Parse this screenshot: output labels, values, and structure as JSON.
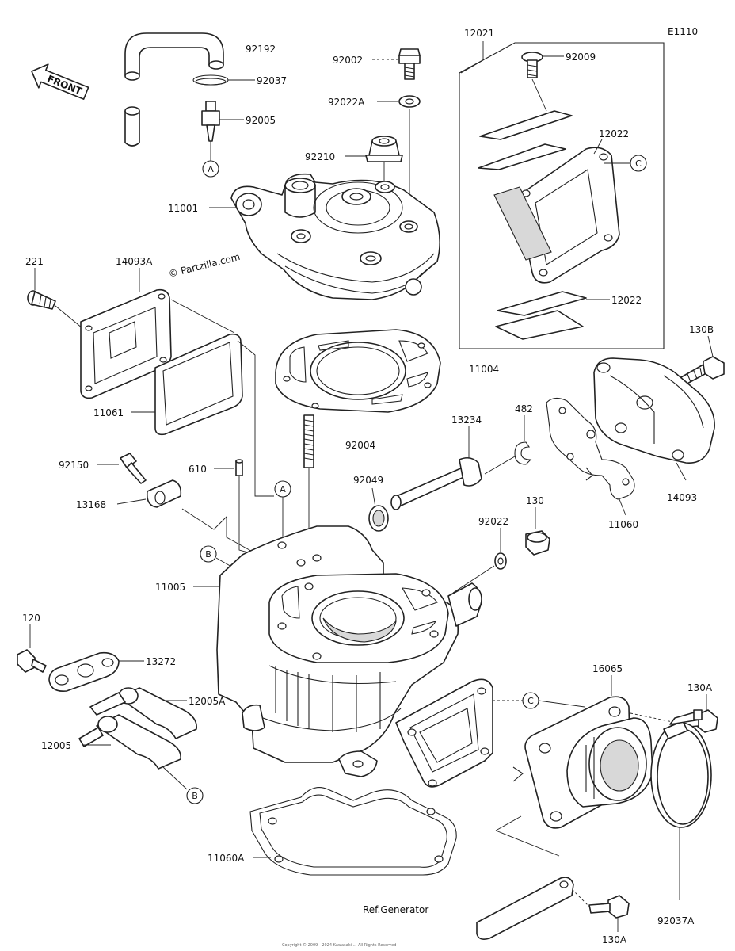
{
  "diagram": {
    "code": "E1110",
    "watermark": "© Partzilla.com",
    "front_label": "FRONT",
    "ref_note": "Ref.Generator",
    "footer": "Copyright © 2009 - 2024 Kawasaki ... All Rights Reserved",
    "callouts": {
      "p92192": "92192",
      "p92037": "92037",
      "p92005": "92005",
      "p92002": "92002",
      "p92022A": "92022A",
      "p92210": "92210",
      "p11001": "11001",
      "p12021": "12021",
      "p92009": "92009",
      "p12022a": "12022",
      "p12022b": "12022",
      "p221": "221",
      "p14093A": "14093A",
      "p11061": "11061",
      "p11004": "11004",
      "p130B": "130B",
      "p92004": "92004",
      "p13234": "13234",
      "p482": "482",
      "p92150": "92150",
      "p610": "610",
      "p92049": "92049",
      "p13168": "13168",
      "p11060": "11060",
      "p14093": "14093",
      "p130": "130",
      "p92022": "92022",
      "p11005": "11005",
      "p120": "120",
      "p13272": "13272",
      "p12005A": "12005A",
      "p12005": "12005",
      "p16065": "16065",
      "p130A_top": "130A",
      "p11060A": "11060A",
      "p130A_bottom": "130A",
      "p92037A": "92037A"
    },
    "ref_markers": {
      "a1": "A",
      "a2": "A",
      "b1": "B",
      "b2": "B",
      "c1": "C",
      "c2": "C"
    }
  }
}
